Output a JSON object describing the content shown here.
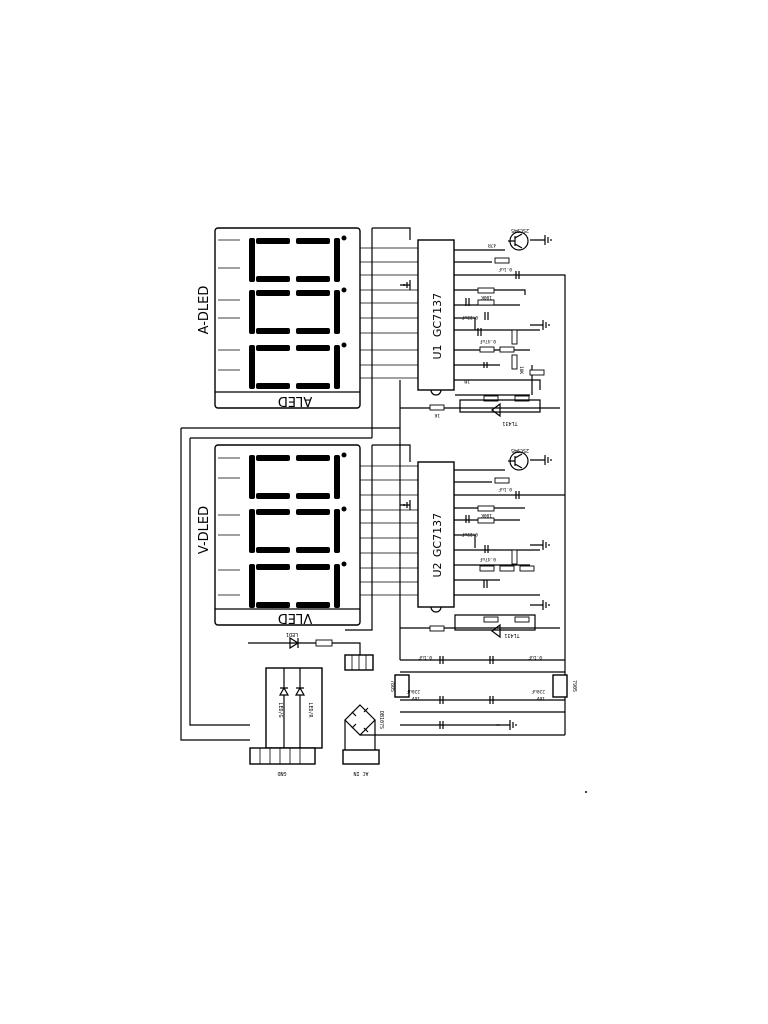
{
  "titles": {
    "a_dled": "A-DLED",
    "v_dled": "V-DLED",
    "aled": "ALED",
    "vled": "VLED"
  },
  "chips": {
    "u1_part": "GC7137",
    "u1_ref": "U1",
    "u2_part": "GC7137",
    "u2_ref": "U2"
  },
  "transistors": {
    "q_top": "2SC945",
    "q_mid": "2SC945"
  },
  "references": {
    "tl431_top": "TL431",
    "tl431_bot": "TL431",
    "led1": "LED1",
    "led_green": "LED/G",
    "led_red": "LED/R",
    "bridge": "DB107S",
    "reg1": "7805",
    "reg2": "7905",
    "connector_bottom": "GND",
    "connector_ac": "AC IN"
  },
  "components": {
    "cap_01": "0.1uF",
    "cap_022": "0.22uF",
    "cap_047": "0.47uF",
    "cap_220": "220uF",
    "volt_16": "16V",
    "res_100k": "100K",
    "res_1k": "1K",
    "res_10k": "10K",
    "res_47": "47R",
    "res_1m": "1M"
  }
}
